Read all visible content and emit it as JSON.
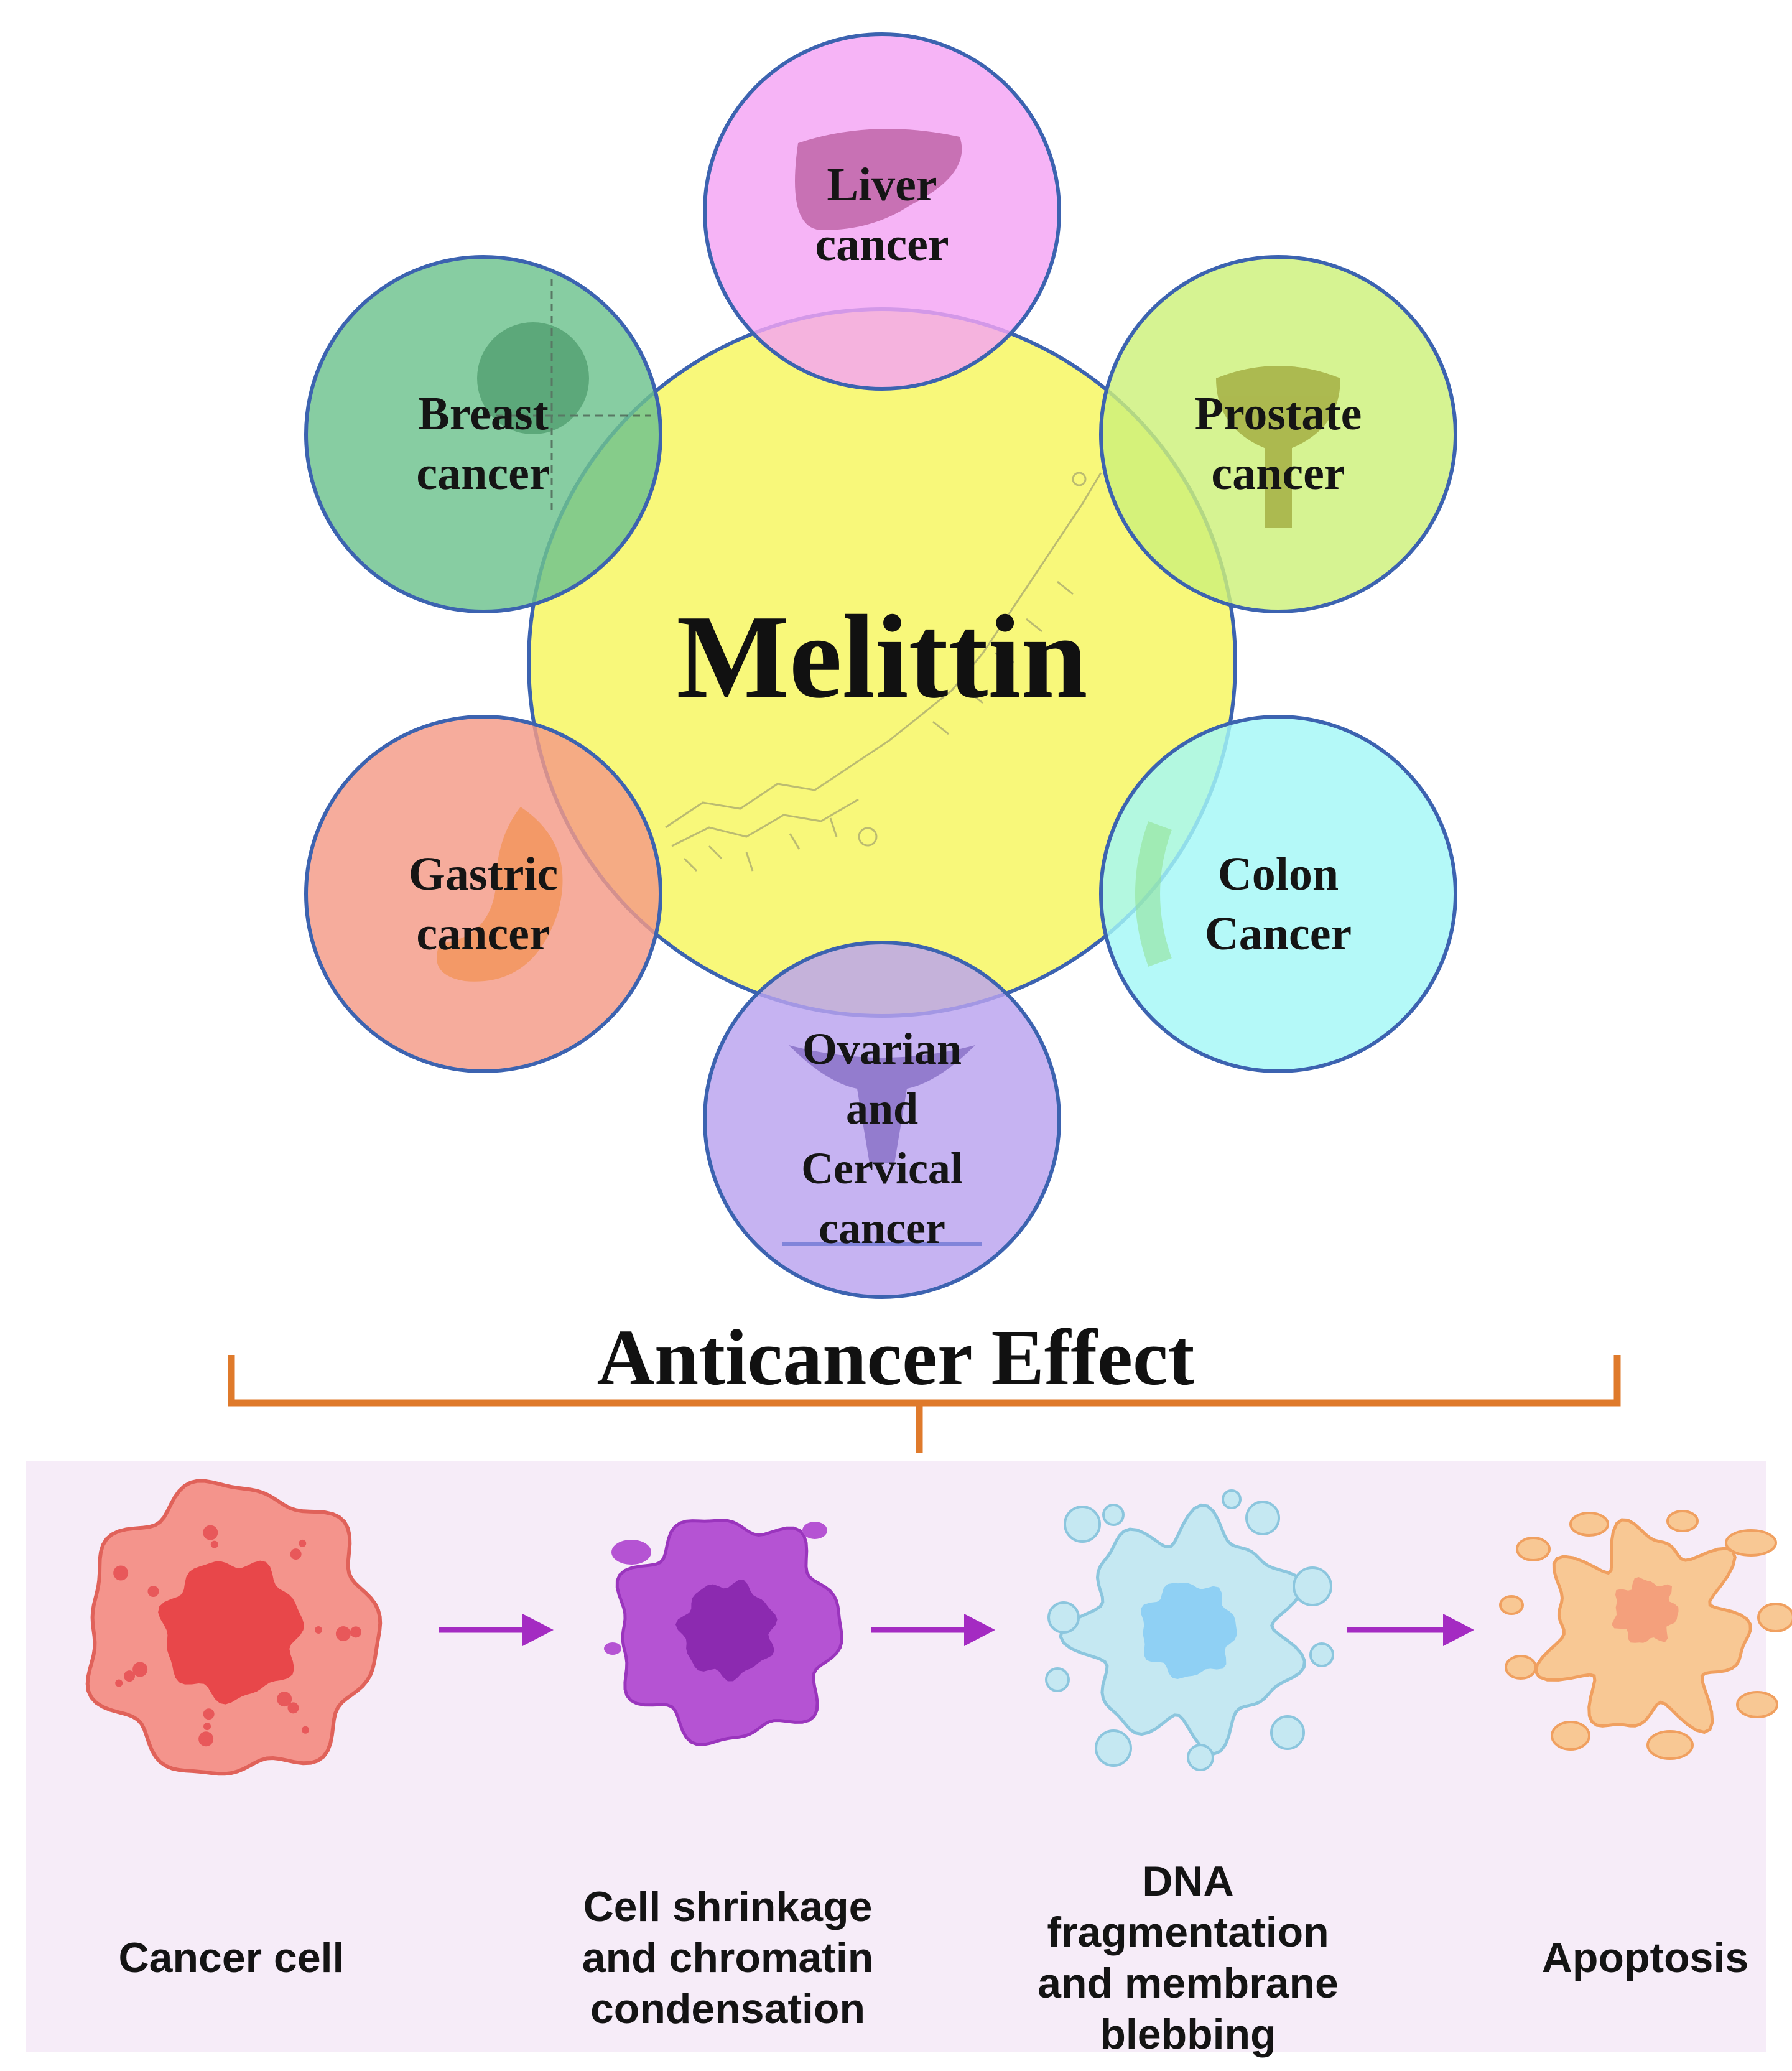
{
  "center": {
    "label": "Melittin",
    "fill": "#f8f87a"
  },
  "cancers": [
    {
      "id": "liver",
      "lines": [
        "Liver",
        "cancer"
      ],
      "fill": "#f4a3f4",
      "icon": "liver-icon"
    },
    {
      "id": "prostate",
      "lines": [
        "Prostate",
        "cancer"
      ],
      "fill": "#cdf07a",
      "icon": "prostate-icon"
    },
    {
      "id": "colon",
      "lines": [
        "Colon",
        "Cancer"
      ],
      "fill": "#a4f8f6",
      "icon": "colon-icon"
    },
    {
      "id": "ovarian",
      "lines": [
        "Ovarian",
        "and",
        "Cervical",
        "cancer"
      ],
      "fill": "#b9a2ef",
      "icon": "uterus-icon"
    },
    {
      "id": "gastric",
      "lines": [
        "Gastric",
        "cancer"
      ],
      "fill": "#f49a86",
      "icon": "stomach-icon"
    },
    {
      "id": "breast",
      "lines": [
        "Breast",
        "cancer"
      ],
      "fill": "#6cc28e",
      "icon": "breast-icon"
    }
  ],
  "circle_stroke": "#3c63b0",
  "effect": {
    "title": "Anticancer Effect",
    "bracket_color": "#df7a2b"
  },
  "stages": [
    {
      "id": "cancer-cell",
      "lines": [
        "Cancer cell"
      ],
      "cell": "#f4948c",
      "nucleus": "#e8474a"
    },
    {
      "id": "shrinkage",
      "lines": [
        "Cell shrinkage",
        "and chromatin",
        "condensation"
      ],
      "cell": "#b553d3",
      "nucleus": "#8c2ab0"
    },
    {
      "id": "dna-frag",
      "lines": [
        "DNA",
        "fragmentation",
        "and membrane",
        "blebbing"
      ],
      "cell": "#c5e8f2",
      "nucleus": "#8fd0f4"
    },
    {
      "id": "apoptosis",
      "lines": [
        "Apoptosis"
      ],
      "cell": "#f8c894",
      "nucleus": "#f4a07c"
    }
  ],
  "arrow_color": "#a42bc2",
  "panel_bg": "#f6ecf8"
}
